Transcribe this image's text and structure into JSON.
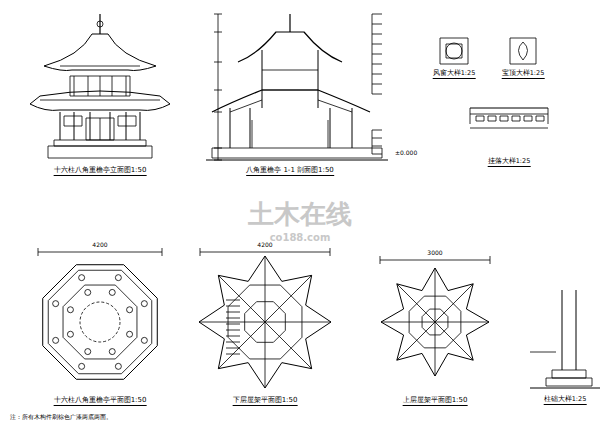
{
  "diagram": {
    "labels": [
      "十六柱八角重檐亭立面图1:50",
      "八角重檐亭 1-1 剖面图1:50",
      "风窗大样1:25",
      "宝顶大样1:25",
      "挂落大样1:25",
      "十六柱八角重檐亭平面图1:50",
      "下层屋架平面图1:50",
      "上层屋架平面图1:50",
      "柱础大样1:25",
      "注：所有木构件刷棕色广漆两底两面。",
      "土木在线",
      "co188.com",
      "4200",
      "4200",
      "3000",
      "±0.000"
    ]
  }
}
